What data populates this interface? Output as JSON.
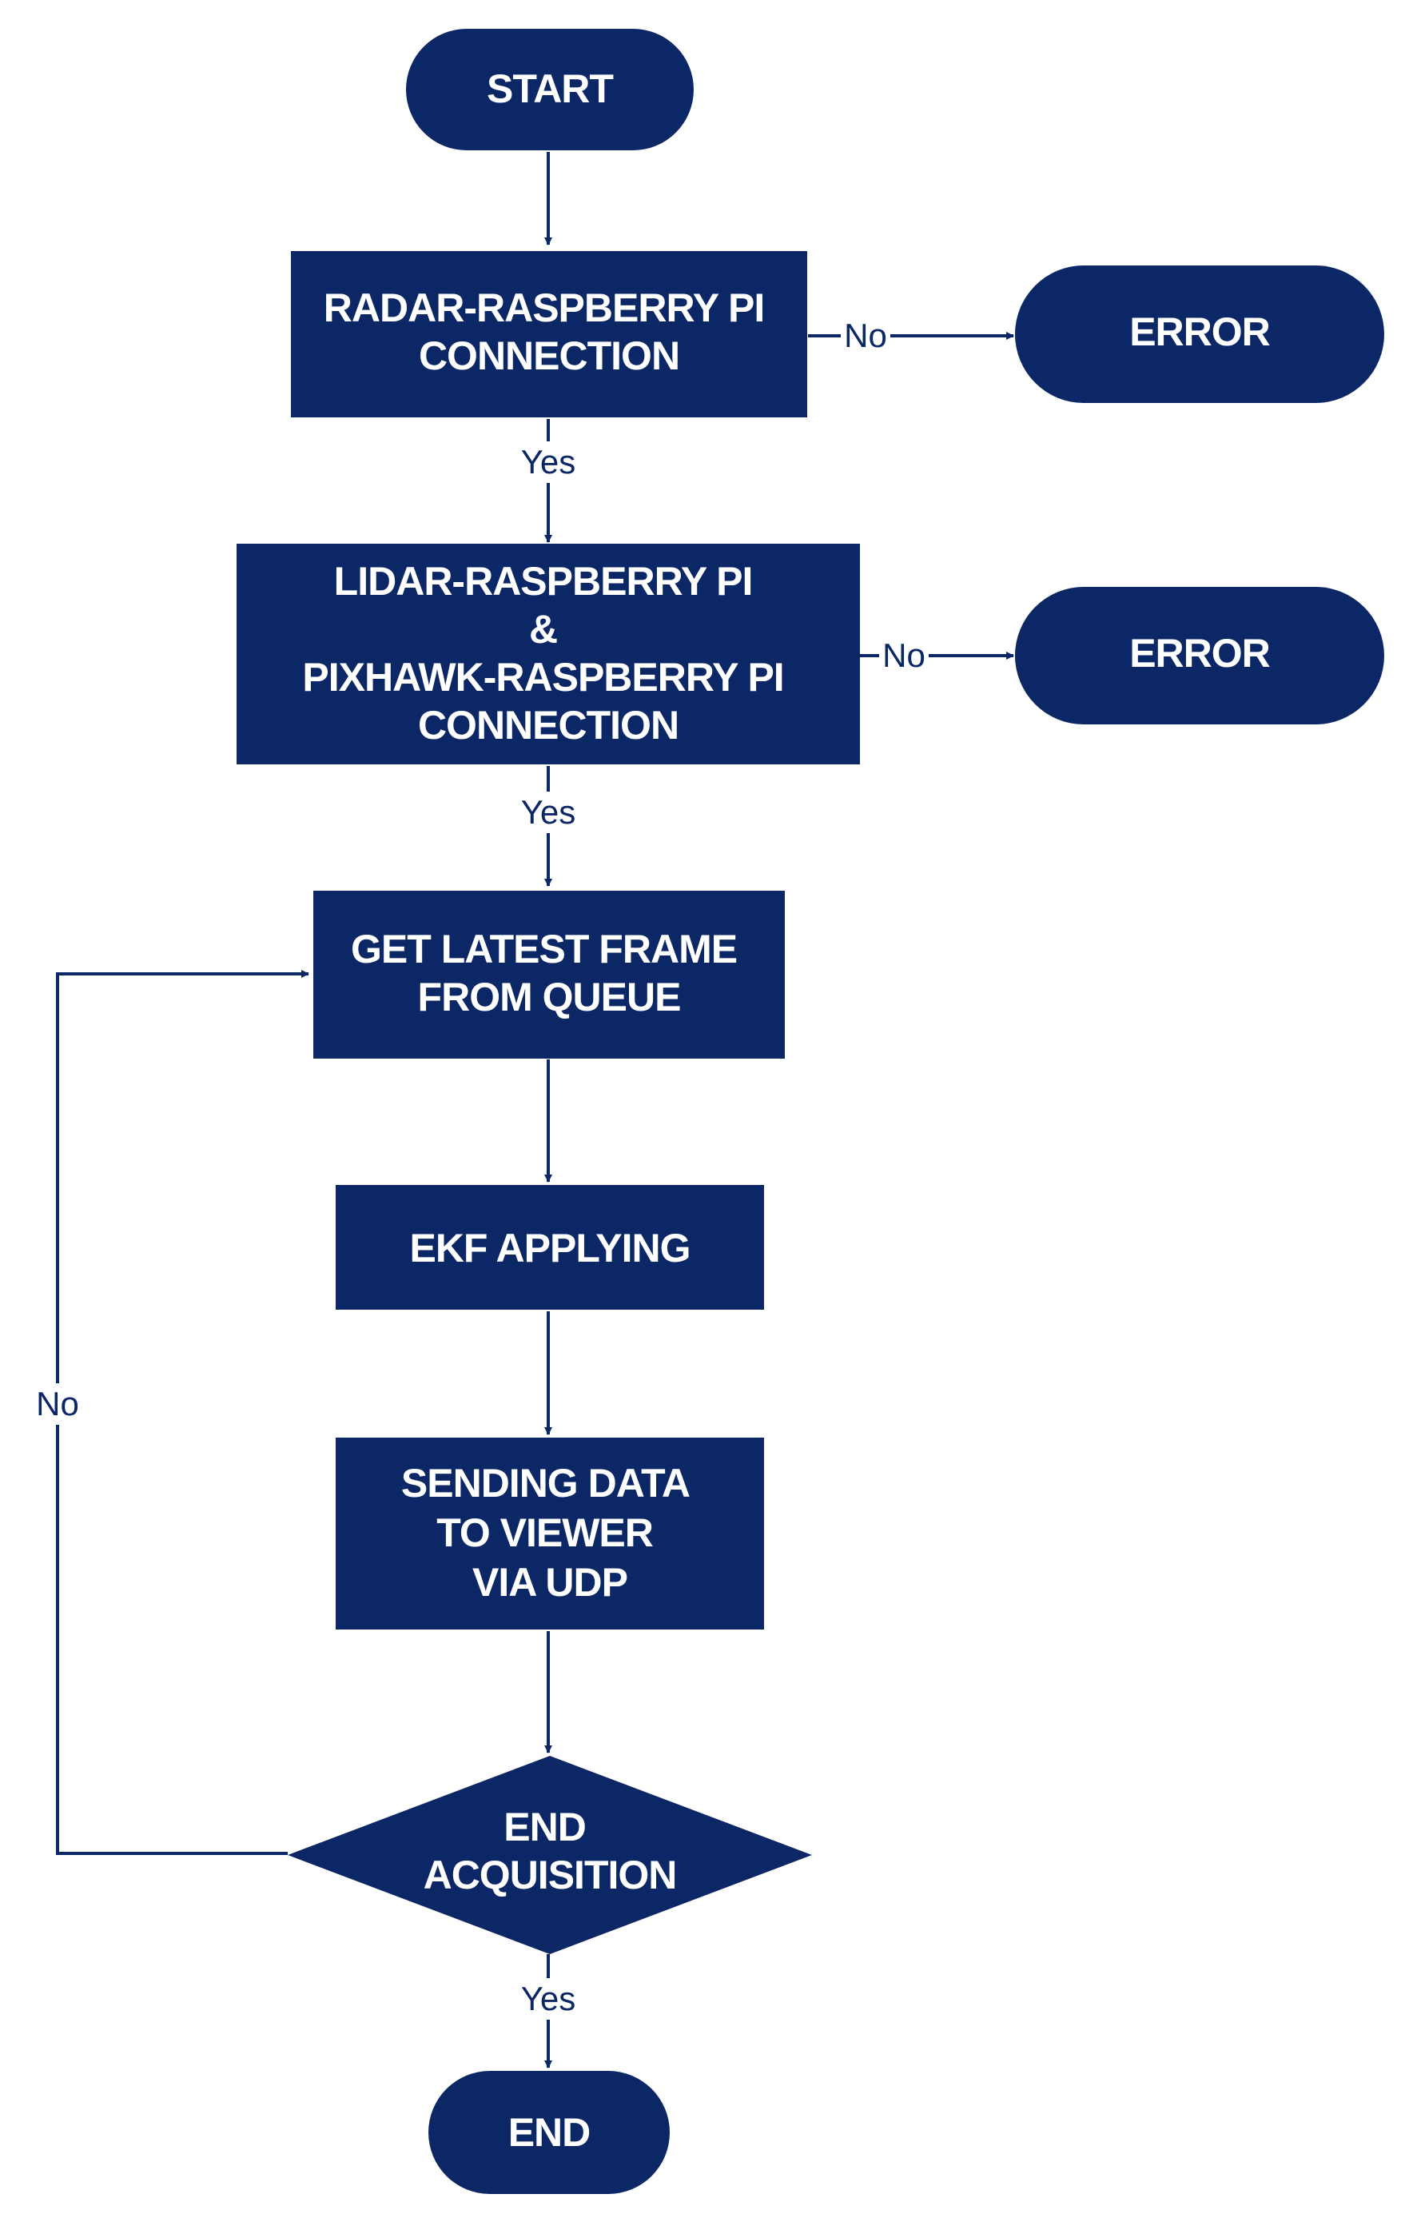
{
  "nodes": {
    "start": {
      "shape": "terminal",
      "lines": [
        "START"
      ]
    },
    "radar_connection": {
      "shape": "process",
      "lines": [
        "RADAR-RASPBERRY PI",
        "CONNECTION"
      ]
    },
    "error_1": {
      "shape": "terminal",
      "lines": [
        "ERROR"
      ]
    },
    "lidar_pixhawk_connection": {
      "shape": "process",
      "lines": [
        "LIDAR-RASPBERRY PI",
        "&",
        "PIXHAWK-RASPBERRY PI",
        "CONNECTION"
      ]
    },
    "error_2": {
      "shape": "terminal",
      "lines": [
        "ERROR"
      ]
    },
    "get_latest_frame": {
      "shape": "process",
      "lines": [
        "GET LATEST FRAME",
        "FROM QUEUE"
      ]
    },
    "ekf_applying": {
      "shape": "process",
      "lines": [
        "EKF APPLYING"
      ]
    },
    "sending_data": {
      "shape": "process",
      "lines": [
        "SENDING DATA",
        "TO VIEWER",
        "VIA UDP"
      ]
    },
    "end_acquisition": {
      "shape": "decision",
      "lines": [
        "END",
        "ACQUISITION"
      ]
    },
    "end": {
      "shape": "terminal",
      "lines": [
        "END"
      ]
    }
  },
  "edges": [
    {
      "from": "start",
      "to": "radar_connection",
      "label": ""
    },
    {
      "from": "radar_connection",
      "to": "error_1",
      "label": "No"
    },
    {
      "from": "radar_connection",
      "to": "lidar_pixhawk_connection",
      "label": "Yes"
    },
    {
      "from": "lidar_pixhawk_connection",
      "to": "error_2",
      "label": "No"
    },
    {
      "from": "lidar_pixhawk_connection",
      "to": "get_latest_frame",
      "label": "Yes"
    },
    {
      "from": "get_latest_frame",
      "to": "ekf_applying",
      "label": ""
    },
    {
      "from": "ekf_applying",
      "to": "sending_data",
      "label": ""
    },
    {
      "from": "sending_data",
      "to": "end_acquisition",
      "label": ""
    },
    {
      "from": "end_acquisition",
      "to": "get_latest_frame",
      "label": "No"
    },
    {
      "from": "end_acquisition",
      "to": "end",
      "label": "Yes"
    }
  ],
  "colors": {
    "shape_fill": "#0c2766",
    "text": "#ffffff",
    "line": "#0c2766"
  }
}
